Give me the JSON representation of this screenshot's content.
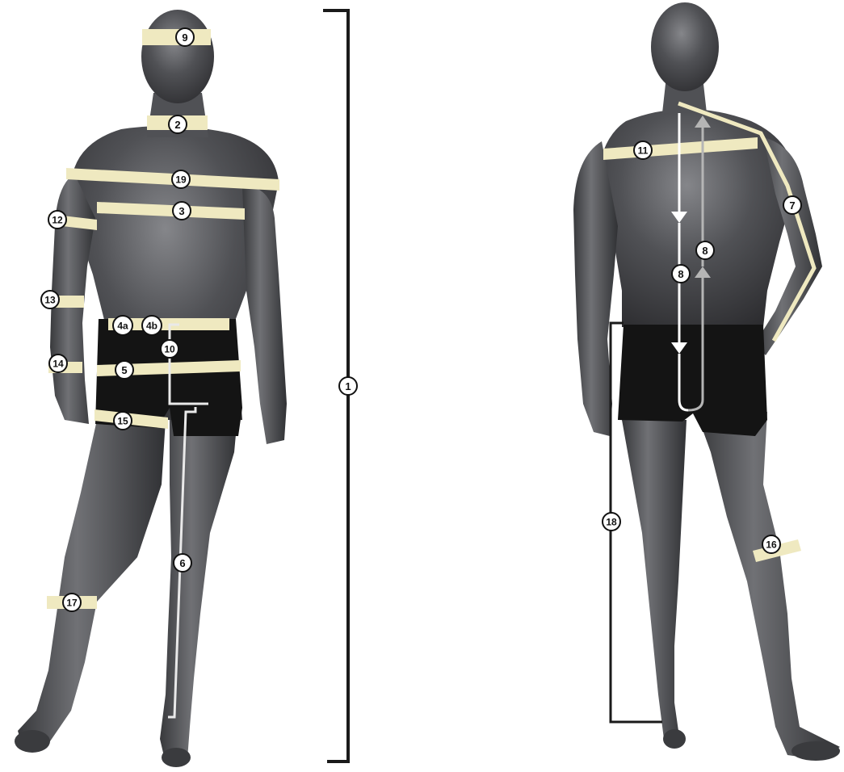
{
  "colors": {
    "body": "#4a4b4f",
    "body_highlight": "#7b7c80",
    "body_shadow": "#2a2a2d",
    "shorts": "#141414",
    "tape": "#efe9c0",
    "bracket": "#1a1a1a",
    "guide_line": "#e9e9e9",
    "arrow_white": "#ffffff",
    "arrow_grey": "#b5b5b5"
  },
  "front_view": {
    "labels": {
      "head": "9",
      "neck": "2",
      "shoulders": "19",
      "chest": "3",
      "upper_arm": "12",
      "forearm": "13",
      "wrist": "14",
      "waist_a": "4a",
      "waist_b": "4b",
      "rise": "10",
      "hip": "5",
      "thigh": "15",
      "inseam": "6",
      "calf": "17",
      "height": "1"
    }
  },
  "back_view": {
    "labels": {
      "back_width": "11",
      "arm_length": "7",
      "back_length_down": "8",
      "back_length_up": "8",
      "knee": "16",
      "outside_leg": "18"
    }
  }
}
